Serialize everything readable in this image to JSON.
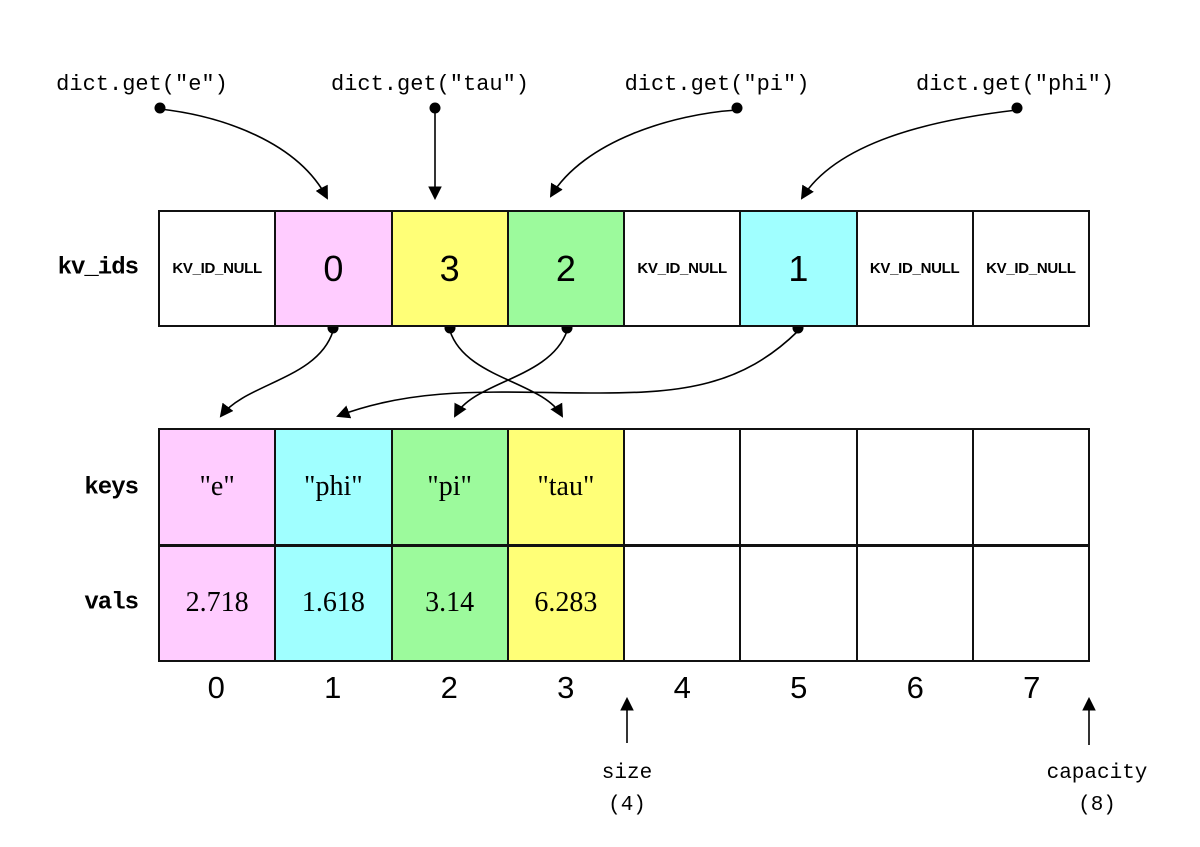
{
  "queries": [
    {
      "label": "dict.get(\"e\")"
    },
    {
      "label": "dict.get(\"tau\")"
    },
    {
      "label": "dict.get(\"pi\")"
    },
    {
      "label": "dict.get(\"phi\")"
    }
  ],
  "colors": {
    "pink": "#ffccff",
    "yellow": "#ffff77",
    "green": "#9cfa9c",
    "cyan": "#a0ffff",
    "white": "#ffffff",
    "line": "#000000"
  },
  "kv_ids": {
    "label": "kv_ids",
    "cells": [
      {
        "text": "KV_ID_NULL",
        "color": "#ffffff"
      },
      {
        "text": "0",
        "color": "#ffccff"
      },
      {
        "text": "3",
        "color": "#ffff77"
      },
      {
        "text": "2",
        "color": "#9cfa9c"
      },
      {
        "text": "KV_ID_NULL",
        "color": "#ffffff"
      },
      {
        "text": "1",
        "color": "#a0ffff"
      },
      {
        "text": "KV_ID_NULL",
        "color": "#ffffff"
      },
      {
        "text": "KV_ID_NULL",
        "color": "#ffffff"
      }
    ]
  },
  "keys": {
    "label": "keys",
    "cells": [
      {
        "text": "\"e\"",
        "color": "#ffccff"
      },
      {
        "text": "\"phi\"",
        "color": "#a0ffff"
      },
      {
        "text": "\"pi\"",
        "color": "#9cfa9c"
      },
      {
        "text": "\"tau\"",
        "color": "#ffff77"
      },
      {
        "text": "",
        "color": "#ffffff"
      },
      {
        "text": "",
        "color": "#ffffff"
      },
      {
        "text": "",
        "color": "#ffffff"
      },
      {
        "text": "",
        "color": "#ffffff"
      }
    ]
  },
  "vals": {
    "label": "vals",
    "cells": [
      {
        "text": "2.718",
        "color": "#ffccff"
      },
      {
        "text": "1.618",
        "color": "#a0ffff"
      },
      {
        "text": "3.14",
        "color": "#9cfa9c"
      },
      {
        "text": "6.283",
        "color": "#ffff77"
      },
      {
        "text": "",
        "color": "#ffffff"
      },
      {
        "text": "",
        "color": "#ffffff"
      },
      {
        "text": "",
        "color": "#ffffff"
      },
      {
        "text": "",
        "color": "#ffffff"
      }
    ]
  },
  "indices": [
    "0",
    "1",
    "2",
    "3",
    "4",
    "5",
    "6",
    "7"
  ],
  "annotations": {
    "size_label": "size",
    "size_value": "(4)",
    "capacity_label": "capacity",
    "capacity_value": "(8)"
  }
}
